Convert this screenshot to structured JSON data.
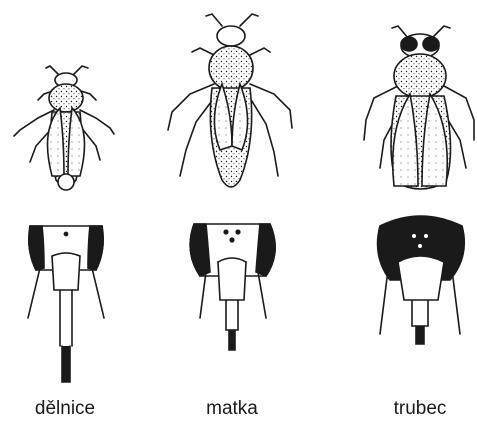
{
  "captions": {
    "worker": "dělnice",
    "queen": "matka",
    "drone": "trubec"
  },
  "colors": {
    "ink": "#1a1a1a",
    "paper": "#ffffff"
  }
}
